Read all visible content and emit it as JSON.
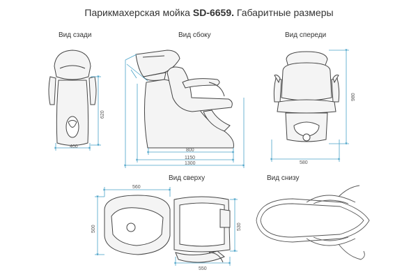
{
  "title": {
    "prefix": "Парикмахерская мойка ",
    "model": "SD-6659.",
    "suffix": " Габаритные размеры"
  },
  "views": {
    "back": "Вид сзади",
    "side": "Вид сбоку",
    "front": "Вид спереди",
    "top": "Вид сверху",
    "bottom": "Вид снизу"
  },
  "dimensions": {
    "back_width": "400",
    "back_height": "620",
    "side_800": "800",
    "side_1150": "1150",
    "side_1300": "1300",
    "front_width": "580",
    "front_height": "980",
    "top_560": "560",
    "top_500": "500",
    "top_530": "530",
    "top_550": "550"
  },
  "colors": {
    "outline": "#444444",
    "dimension": "#4aa3c8",
    "fill": "#f4f4f4"
  }
}
